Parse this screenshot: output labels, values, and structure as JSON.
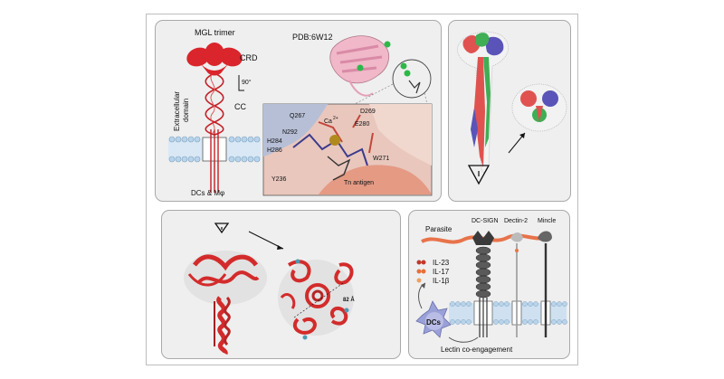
{
  "panelA": {
    "trimer_label": "MGL trimer",
    "crd": "CRD",
    "angle": "90°",
    "cc": "CC",
    "extracellular_line1": "Extracellular",
    "extracellular_line2": "domain",
    "cells": "DCs & Mφ",
    "pdb": "PDB:6W12",
    "residues": {
      "q267": "Q267",
      "ca": "Ca",
      "ca_sup": "2+",
      "d269": "D269",
      "e280": "E280",
      "n292": "N292",
      "h284": "H284",
      "h286": "H286",
      "w271": "W271",
      "y236": "Y236",
      "tn": "Tn antigen"
    },
    "colors": {
      "crd": "#d9252b",
      "protein": "#f0b8c8",
      "calcium": "#2db84a",
      "membrane": "#b9d4ea"
    }
  },
  "panelB": {
    "colors": {
      "red": "#e0524f",
      "green": "#3fae55",
      "blue": "#5a54b8"
    }
  },
  "panelC": {
    "scale_label": "82 Å",
    "colors": {
      "helix": "#d32b2b",
      "surface": "#bfbfbf"
    }
  },
  "panelD": {
    "dc_sign": "DC-SIGN",
    "dectin2": "Dectin-2",
    "mincle": "Mincle",
    "parasite": "Parasite",
    "cytokines": [
      "IL-23",
      "IL-17",
      "IL-1β"
    ],
    "cytokine_colors": [
      "#c0392b",
      "#e8703a",
      "#f0a060"
    ],
    "dcs": "DCs",
    "engagement": "Lectin co-engagement",
    "colors": {
      "parasite": "#e8734a",
      "dcsign": "#3a3a3a",
      "dc_cell": "#9aa0d8"
    }
  }
}
